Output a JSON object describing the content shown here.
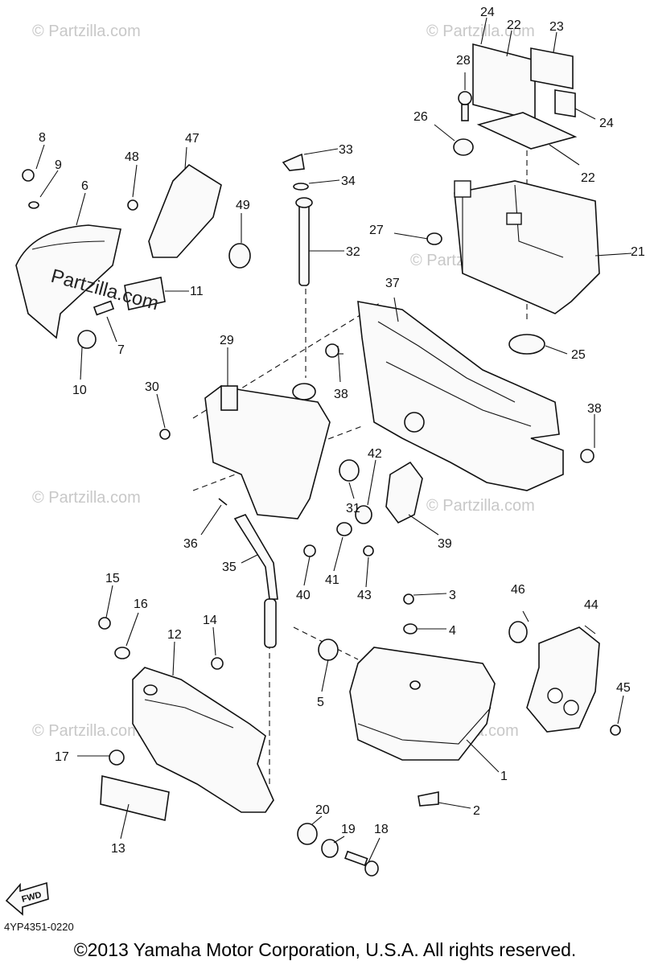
{
  "drawing_code": "4YP4351-0220",
  "copyright": "©2013  Yamaha Motor Corporation, U.S.A. All rights reserved.",
  "brand_overlay": "Partzilla.com",
  "watermark_text": "© Partzilla.com",
  "fwd_label": "FWD",
  "callouts": {
    "n1": "1",
    "n2": "2",
    "n3": "3",
    "n4": "4",
    "n5": "5",
    "n6": "6",
    "n7": "7",
    "n8": "8",
    "n9": "9",
    "n10": "10",
    "n11": "11",
    "n12": "12",
    "n13": "13",
    "n14": "14",
    "n15": "15",
    "n16": "16",
    "n17": "17",
    "n18": "18",
    "n19": "19",
    "n20": "20",
    "n21": "21",
    "n22a": "22",
    "n22b": "22",
    "n23": "23",
    "n24a": "24",
    "n24b": "24",
    "n25": "25",
    "n26": "26",
    "n27": "27",
    "n28": "28",
    "n29": "29",
    "n30": "30",
    "n31": "31",
    "n32": "32",
    "n33": "33",
    "n34": "34",
    "n35": "35",
    "n36": "36",
    "n37": "37",
    "n38a": "38",
    "n38b": "38",
    "n39": "39",
    "n40": "40",
    "n41": "41",
    "n42": "42",
    "n43": "43",
    "n44": "44",
    "n45": "45",
    "n46": "46",
    "n47": "47",
    "n48": "48",
    "n49": "49"
  }
}
